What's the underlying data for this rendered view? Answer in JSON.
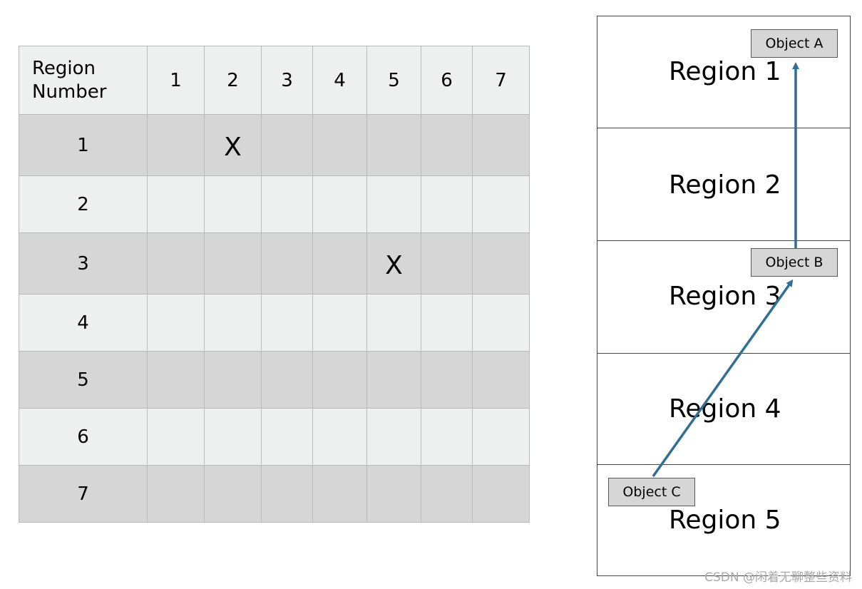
{
  "matrix": {
    "corner_label": "Region\nNumber",
    "columns": [
      "1",
      "2",
      "3",
      "4",
      "5",
      "6",
      "7"
    ],
    "rows": [
      {
        "label": "1",
        "cells": [
          "",
          "X",
          "",
          "",
          "",
          "",
          ""
        ]
      },
      {
        "label": "2",
        "cells": [
          "",
          "",
          "",
          "",
          "",
          "",
          ""
        ]
      },
      {
        "label": "3",
        "cells": [
          "",
          "",
          "",
          "",
          "X",
          "",
          ""
        ]
      },
      {
        "label": "4",
        "cells": [
          "",
          "",
          "",
          "",
          "",
          "",
          ""
        ]
      },
      {
        "label": "5",
        "cells": [
          "",
          "",
          "",
          "",
          "",
          "",
          ""
        ]
      },
      {
        "label": "6",
        "cells": [
          "",
          "",
          "",
          "",
          "",
          "",
          ""
        ]
      },
      {
        "label": "7",
        "cells": [
          "",
          "",
          "",
          "",
          "",
          "",
          ""
        ]
      }
    ]
  },
  "regions": [
    "Region 1",
    "Region 2",
    "Region 3",
    "Region 4",
    "Region 5"
  ],
  "objects": {
    "a": "Object A",
    "b": "Object B",
    "c": "Object C"
  },
  "colors": {
    "arrow": "#2f6f96",
    "header_bg": "#eeefef",
    "dark_row_bg": "#d6d6d6",
    "object_bg": "#d6d6d6"
  },
  "watermark": "CSDN @闲着无聊整些资料"
}
